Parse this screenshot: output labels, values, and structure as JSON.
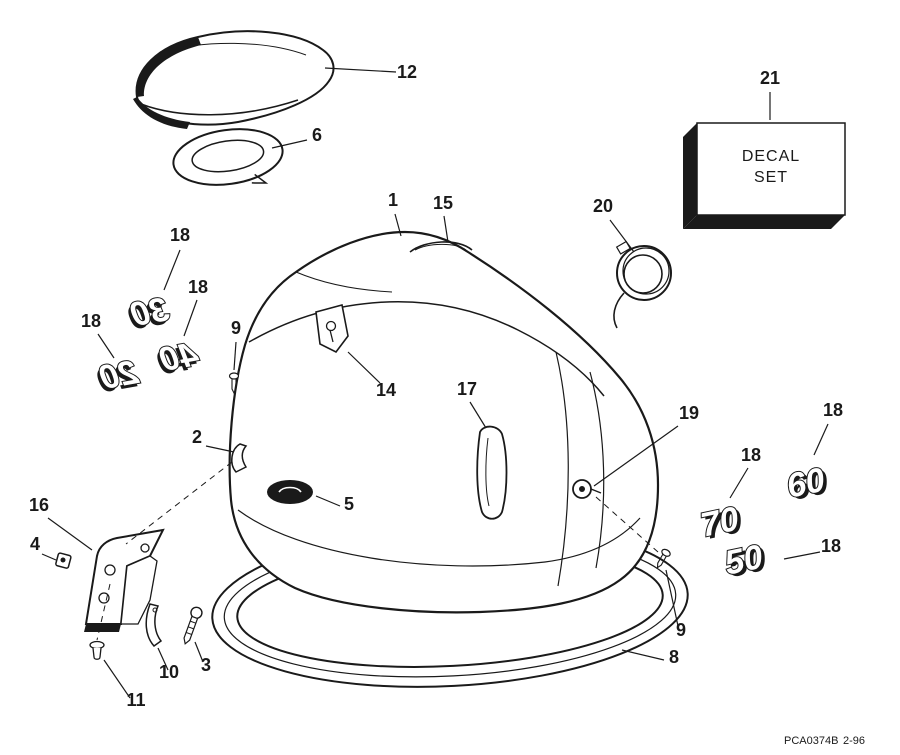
{
  "diagram": {
    "title": "engine-cover-exploded-parts-diagram",
    "footer": {
      "code": "PCA0374B",
      "revision": "2-96"
    },
    "decal_box": {
      "line1": "DECAL",
      "line2": "SET"
    },
    "callouts": [
      {
        "label": "12"
      },
      {
        "label": "6"
      },
      {
        "label": "18"
      },
      {
        "label": "18"
      },
      {
        "label": "18"
      },
      {
        "label": "9"
      },
      {
        "label": "1"
      },
      {
        "label": "15"
      },
      {
        "label": "20"
      },
      {
        "label": "21"
      },
      {
        "label": "14"
      },
      {
        "label": "17"
      },
      {
        "label": "19"
      },
      {
        "label": "2"
      },
      {
        "label": "5"
      },
      {
        "label": "16"
      },
      {
        "label": "4"
      },
      {
        "label": "18"
      },
      {
        "label": "18"
      },
      {
        "label": "18"
      },
      {
        "label": "9"
      },
      {
        "label": "8"
      },
      {
        "label": "3"
      },
      {
        "label": "10"
      },
      {
        "label": "11"
      }
    ],
    "decals": {
      "left": [
        "30",
        "20",
        "40"
      ],
      "right": [
        "70",
        "60",
        "50"
      ]
    },
    "colors": {
      "ink": "#1a1a1a",
      "paper": "#ffffff"
    }
  }
}
